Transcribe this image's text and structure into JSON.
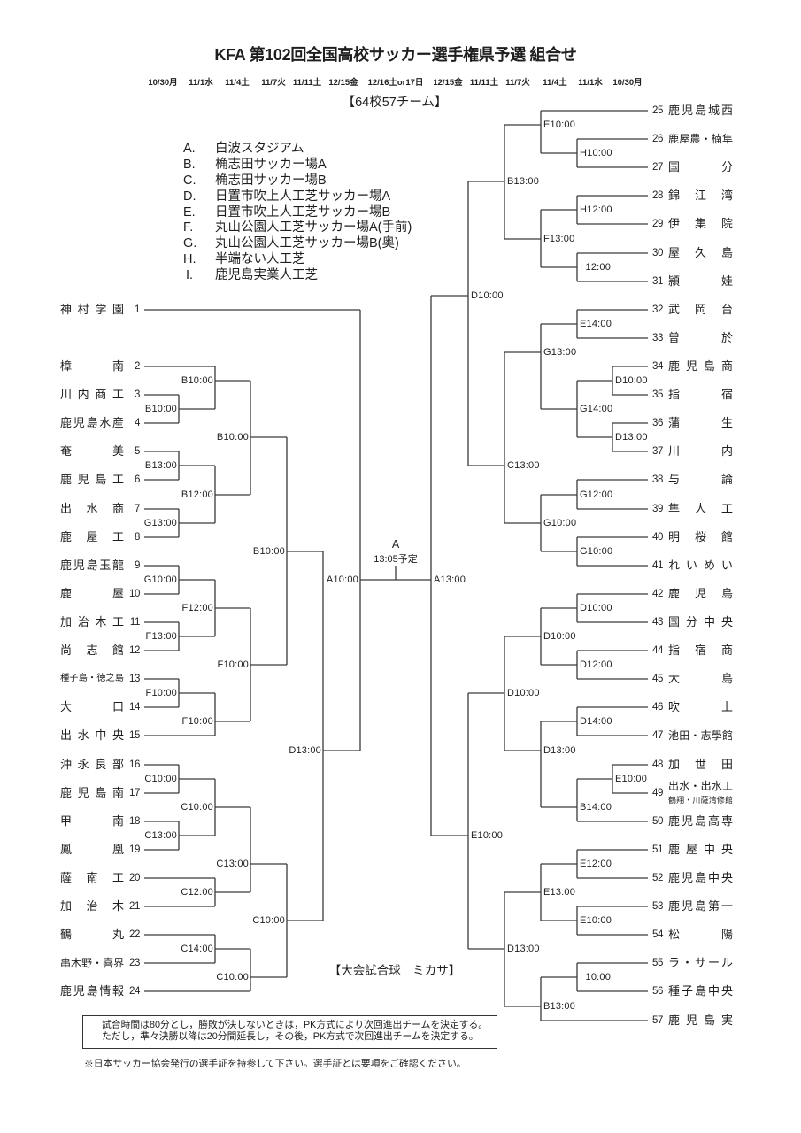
{
  "title": "KFA 第102回全国高校サッカー選手権県予選 組合せ",
  "round_dates": [
    "10/30月",
    "11/1水",
    "11/4土",
    "11/7火",
    "11/11土",
    "12/15金",
    "12/16土or17日",
    "12/15金",
    "11/11土",
    "11/7火",
    "11/4土",
    "11/1水",
    "10/30月"
  ],
  "team_count": "【64校57チーム】",
  "venues": [
    {
      "code": "A.",
      "name": "白波スタジアム"
    },
    {
      "code": "B.",
      "name": "桷志田サッカー場A"
    },
    {
      "code": "C.",
      "name": "桷志田サッカー場B"
    },
    {
      "code": "D.",
      "name": "日置市吹上人工芝サッカー場A"
    },
    {
      "code": "E.",
      "name": "日置市吹上人工芝サッカー場B"
    },
    {
      "code": "F.",
      "name": "丸山公園人工芝サッカー場A(手前)"
    },
    {
      "code": "G.",
      "name": "丸山公園人工芝サッカー場B(奥)"
    },
    {
      "code": "H.",
      "name": "半端ない人工芝"
    },
    {
      "code": "I.",
      "name": "鹿児島実業人工芝"
    }
  ],
  "left_bracket": {
    "teams": [
      {
        "no": "1",
        "name": "神村学園"
      },
      {
        "no": "2",
        "name": "樟南"
      },
      {
        "no": "3",
        "name": "川内商工"
      },
      {
        "no": "4",
        "name": "鹿児島水産"
      },
      {
        "no": "5",
        "name": "奄美"
      },
      {
        "no": "6",
        "name": "鹿児島工"
      },
      {
        "no": "7",
        "name": "出水商"
      },
      {
        "no": "8",
        "name": "鹿屋工"
      },
      {
        "no": "9",
        "name": "鹿児島玉龍"
      },
      {
        "no": "10",
        "name": "鹿屋"
      },
      {
        "no": "11",
        "name": "加治木工"
      },
      {
        "no": "12",
        "name": "尚志館"
      },
      {
        "no": "13",
        "name": "種子島・徳之島"
      },
      {
        "no": "14",
        "name": "大口"
      },
      {
        "no": "15",
        "name": "出水中央"
      },
      {
        "no": "16",
        "name": "沖永良部"
      },
      {
        "no": "17",
        "name": "鹿児島南"
      },
      {
        "no": "18",
        "name": "甲南"
      },
      {
        "no": "19",
        "name": "鳳凰"
      },
      {
        "no": "20",
        "name": "薩南工"
      },
      {
        "no": "21",
        "name": "加治木"
      },
      {
        "no": "22",
        "name": "鶴丸"
      },
      {
        "no": "23",
        "name": "串木野・喜界"
      },
      {
        "no": "24",
        "name": "鹿児島情報"
      }
    ],
    "matches": [
      "B10:00",
      "B10:00",
      "B10:00",
      "B13:00",
      "B12:00",
      "G13:00",
      "B10:00",
      "G10:00",
      "F12:00",
      "F13:00",
      "F10:00",
      "F10:00",
      "F10:00",
      "D13:00",
      "C10:00",
      "C10:00",
      "C13:00",
      "C13:00",
      "C12:00",
      "C10:00",
      "C14:00",
      "C10:00"
    ],
    "semifinal": "A10:00"
  },
  "right_bracket": {
    "teams": [
      {
        "no": "25",
        "name": "鹿児島城西"
      },
      {
        "no": "26",
        "name": "鹿屋農・楠隼"
      },
      {
        "no": "27",
        "name": "国分"
      },
      {
        "no": "28",
        "name": "錦江湾"
      },
      {
        "no": "29",
        "name": "伊集院"
      },
      {
        "no": "30",
        "name": "屋久島"
      },
      {
        "no": "31",
        "name": "頴娃"
      },
      {
        "no": "32",
        "name": "武岡台"
      },
      {
        "no": "33",
        "name": "曽於"
      },
      {
        "no": "34",
        "name": "鹿児島商"
      },
      {
        "no": "35",
        "name": "指宿"
      },
      {
        "no": "36",
        "name": "蒲生"
      },
      {
        "no": "37",
        "name": "川内"
      },
      {
        "no": "38",
        "name": "与論"
      },
      {
        "no": "39",
        "name": "隼人工"
      },
      {
        "no": "40",
        "name": "明桜館"
      },
      {
        "no": "41",
        "name": "れいめい"
      },
      {
        "no": "42",
        "name": "鹿児島"
      },
      {
        "no": "43",
        "name": "国分中央"
      },
      {
        "no": "44",
        "name": "指宿商"
      },
      {
        "no": "45",
        "name": "大島"
      },
      {
        "no": "46",
        "name": "吹上"
      },
      {
        "no": "47",
        "name": "池田・志學館"
      },
      {
        "no": "48",
        "name": "加世田"
      },
      {
        "no": "49",
        "name": "出水・出水工",
        "sub": "鶴翔・川薩清修館"
      },
      {
        "no": "50",
        "name": "鹿児島高専"
      },
      {
        "no": "51",
        "name": "鹿屋中央"
      },
      {
        "no": "52",
        "name": "鹿児島中央"
      },
      {
        "no": "53",
        "name": "鹿児島第一"
      },
      {
        "no": "54",
        "name": "松陽"
      },
      {
        "no": "55",
        "name": "ラ・サール"
      },
      {
        "no": "56",
        "name": "種子島中央"
      },
      {
        "no": "57",
        "name": "鹿児島実"
      }
    ],
    "matches": [
      "E10:00",
      "H10:00",
      "B13:00",
      "H12:00",
      "F13:00",
      "I 12:00",
      "D10:00",
      "E14:00",
      "G13:00",
      "D10:00",
      "G14:00",
      "D13:00",
      "C13:00",
      "G12:00",
      "G10:00",
      "G10:00",
      "D10:00",
      "D10:00",
      "D12:00",
      "D10:00",
      "D14:00",
      "D13:00",
      "E10:00",
      "B14:00",
      "E10:00",
      "E12:00",
      "E13:00",
      "E10:00",
      "D13:00",
      "I 10:00",
      "B13:00"
    ],
    "semifinal": "A13:00"
  },
  "final": {
    "venue": "A",
    "time": "13:05予定"
  },
  "match_ball": "【大会試合球　ミカサ】",
  "rules": [
    "試合時間は80分とし，勝敗が決しないときは，PK方式により次回進出チームを決定する。",
    "ただし，準々決勝以降は20分間延長し，その後，PK方式で次回進出チームを決定する。"
  ],
  "note": "※日本サッカー協会発行の選手証を持参して下さい。選手証とは要項をご確認ください。"
}
